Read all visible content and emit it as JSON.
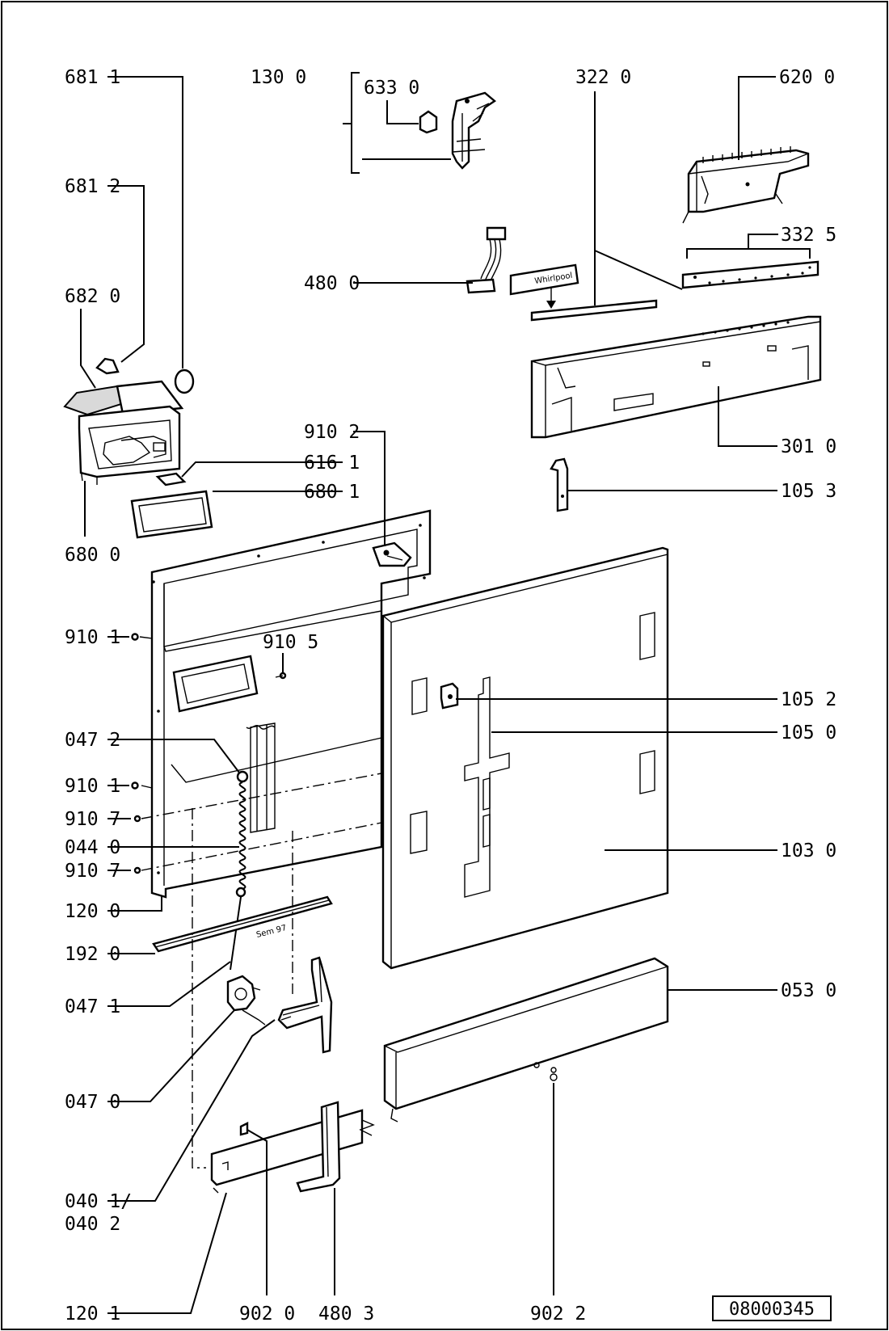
{
  "labels": {
    "l_681_1": "681 1",
    "l_681_2": "681 2",
    "l_682_0": "682 0",
    "l_130_0": "130 0",
    "l_633_0": "633 0",
    "l_322_0": "322 0",
    "l_620_0": "620 0",
    "l_332_5": "332 5",
    "l_480_0": "480 0",
    "l_301_0": "301 0",
    "l_910_2": "910 2",
    "l_616_1": "616 1",
    "l_680_1": "680 1",
    "l_680_0": "680 0",
    "l_105_3": "105 3",
    "l_910_1a": "910 1",
    "l_910_5": "910 5",
    "l_105_2": "105 2",
    "l_105_0": "105 0",
    "l_047_2": "047 2",
    "l_910_1b": "910 1",
    "l_910_7a": "910 7",
    "l_044_0": "044 0",
    "l_910_7b": "910 7",
    "l_103_0": "103 0",
    "l_120_0": "120 0",
    "l_192_0": "192 0",
    "l_047_1": "047 1",
    "l_053_0": "053 0",
    "l_047_0": "047 0",
    "l_040_1": "040 1/",
    "l_040_2": "040 2",
    "l_120_1": "120 1",
    "l_902_0": "902 0",
    "l_480_3": "480 3",
    "l_902_2": "902 2"
  },
  "reference_number": "08000345",
  "part_markings": {
    "brand_label": "Whirlpool",
    "stamp": "Sem 97"
  }
}
